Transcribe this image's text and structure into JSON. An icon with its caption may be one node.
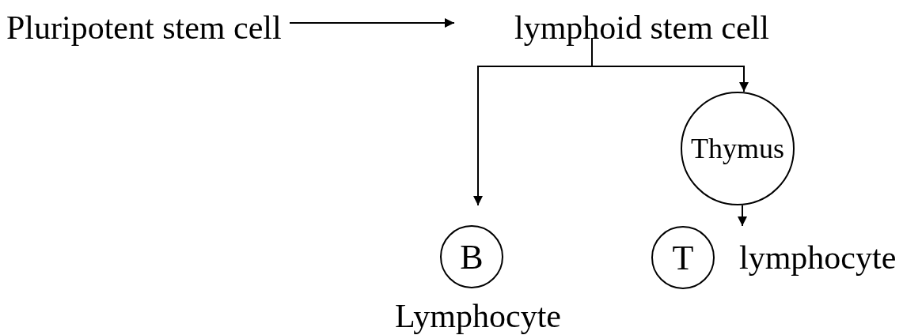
{
  "diagram": {
    "nodes": [
      {
        "text": [
          "Pluripotent stem cell"
        ]
      },
      {
        "text": [
          "lymphoid stem cell"
        ]
      },
      {
        "text": [
          "Thymus"
        ]
      },
      {
        "text": [
          "B"
        ],
        "beside": [
          "Lymphocyte"
        ]
      },
      {
        "text": [
          "T"
        ],
        "beside": [
          "lymphocyte"
        ]
      }
    ],
    "edges": [
      {
        "from": 0,
        "to": 1,
        "arrow": "to"
      },
      {
        "from": 1,
        "to": 3,
        "arrow": "to"
      },
      {
        "from": 1,
        "to": 2,
        "arrow": "to"
      },
      {
        "from": 2,
        "to": 4,
        "arrow": "to"
      }
    ]
  }
}
